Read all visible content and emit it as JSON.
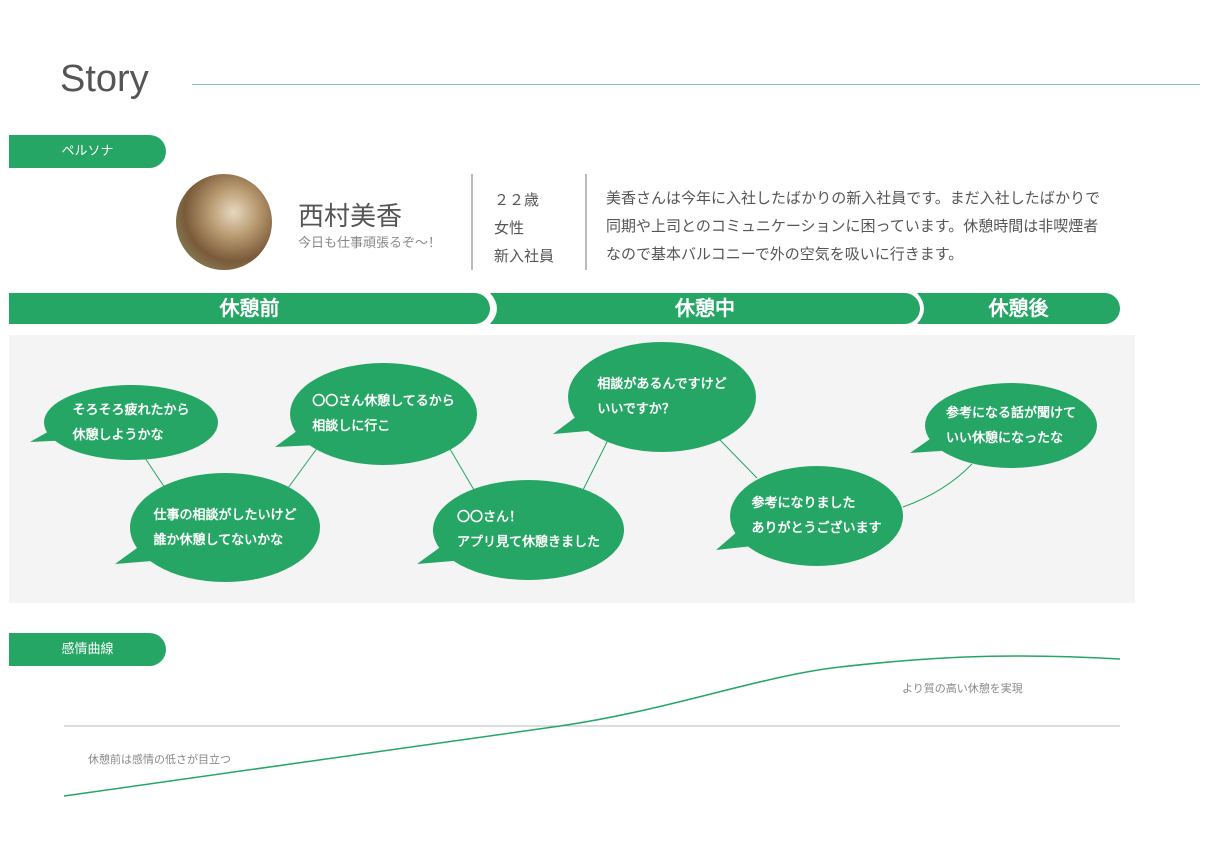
{
  "title": "Story",
  "persona": {
    "tag": "ペルソナ",
    "name": "西村美香",
    "motto": "今日も仕事頑張るぞ〜！",
    "age": "２２歳",
    "gender": "女性",
    "role": "新入社員",
    "description": "美香さんは今年に入社したばかりの新入社員です。まだ入社したばかりで同期や上司とのコミュニケーションに困っています。休憩時間は非喫煙者なので基本バルコニーで外の空気を吸いに行きます。"
  },
  "phases": [
    "休憩前",
    "休憩中",
    "休憩後"
  ],
  "bubbles": [
    "そろそろ疲れたから\n休憩しようかな",
    "仕事の相談がしたいけど\n誰か休憩してないかな",
    "〇〇さん休憩してるから\n相談しに行こ",
    "〇〇さん！\nアプリ見て休憩きました",
    "相談があるんですけど\nいいですか？",
    "参考になりました\nありがとうございます",
    "参考になる話が聞けて\nいい休憩になったな"
  ],
  "emotion": {
    "tag": "感情曲線",
    "low_note": "休憩前は感情の低さが目立つ",
    "high_note": "より質の高い休憩を実現"
  },
  "colors": {
    "accent": "#26a665"
  }
}
